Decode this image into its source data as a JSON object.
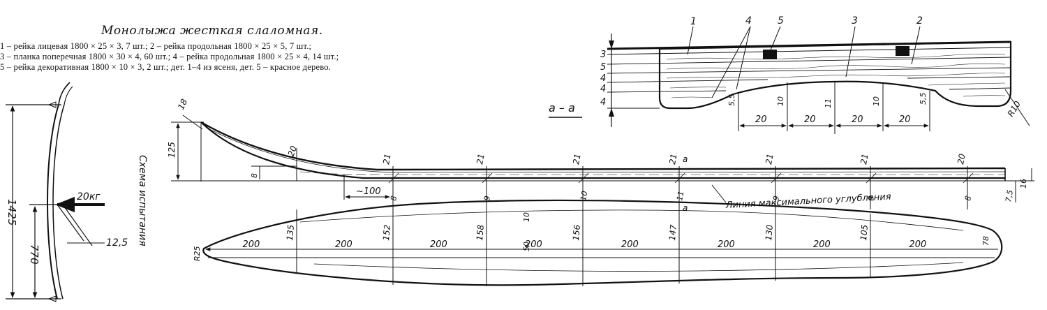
{
  "title": "Монолыжа жесткая слаломная.",
  "legend": [
    "1 – рейка лицевая 1800 × 25 × 3, 7 шт.; 2 – рейка продольная 1800 × 25 × 5, 7 шт.;",
    "3 – планка поперечная 1800 × 30 × 4, 60 шт.; 4 – рейка продольная 1800 × 25 × 4, 14 шт.;",
    "5 – рейка декоративная 1800 × 10 × 3, 2 шт.; дет. 1–4 из ясеня, дет. 5 – красное дерево."
  ],
  "test_scheme": {
    "label": "Схема испытания",
    "height": "1425",
    "support_height": "770",
    "load": "20кг",
    "deflection": "12,5"
  },
  "section": {
    "label": "а – а",
    "part_numbers": [
      "1",
      "4",
      "5",
      "3",
      "2"
    ],
    "layer_dims": [
      "3",
      "5",
      "4",
      "4",
      "4"
    ],
    "groove_widths": [
      "20",
      "20",
      "20",
      "20"
    ],
    "groove_depths": [
      "5,5",
      "10",
      "11",
      "10",
      "5,5"
    ],
    "radius": "R10"
  },
  "side_view": {
    "tip_thickness": "18",
    "tip_rise": "125",
    "tip_width_mark": "20",
    "tip_offset": "8",
    "transition_length": "~100",
    "section_mark": "а",
    "thicknesses_top": [
      "21",
      "21",
      "21",
      "21",
      "21",
      "21",
      "20"
    ],
    "thicknesses_bottom": [
      "8",
      "9",
      "10",
      "11",
      "9",
      "9",
      "8",
      "7,5"
    ],
    "tail_thickness": "16"
  },
  "plan_view": {
    "groove_label": "Линия максимального углубления",
    "tip_radius": "R25",
    "stations": [
      "200",
      "200",
      "200",
      "200",
      "200",
      "200",
      "200",
      "200"
    ],
    "end_length": "78",
    "widths": [
      "135",
      "152",
      "158",
      "156",
      "147",
      "130",
      "105"
    ],
    "groove_offsets": [
      "50",
      "10"
    ]
  },
  "colors": {
    "ink": "#111111",
    "paper": "#ffffff"
  }
}
